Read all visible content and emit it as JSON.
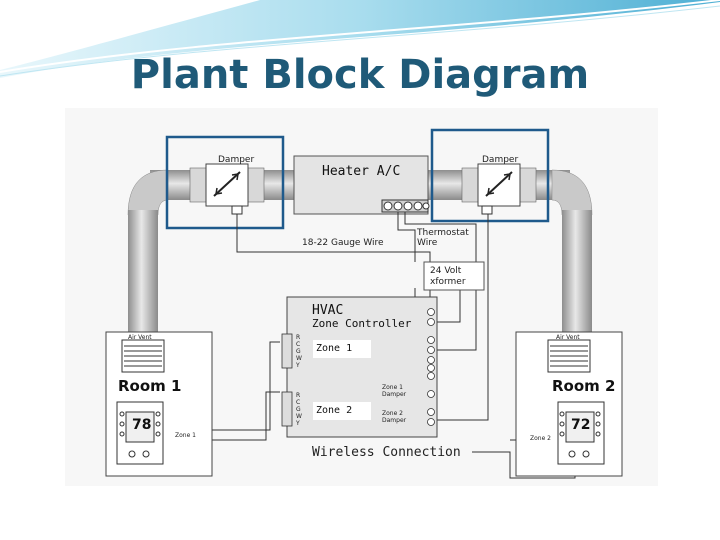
{
  "slide": {
    "title": "Plant Block Diagram"
  },
  "diagram": {
    "damper_left": "Damper",
    "damper_right": "Damper",
    "heater": "Heater A/C",
    "gauge_wire": "18-22 Gauge Wire",
    "thermostat_wire_1": "Thermostat",
    "thermostat_wire_2": "Wire",
    "transformer_1": "24 Volt",
    "transformer_2": "xformer",
    "hvac": "HVAC",
    "zone_controller": "Zone Controller",
    "zone1_terminal": "Zone 1",
    "zone2_terminal": "Zone 2",
    "zone1_damper_1": "Zone 1",
    "zone1_damper_2": "Damper",
    "zone2_damper_1": "Zone 2",
    "zone2_damper_2": "Damper",
    "terminal_letters": [
      "R",
      "C",
      "G",
      "W",
      "Y"
    ],
    "wireless": "Wireless Connection",
    "room1": {
      "name": "Room 1",
      "vent": "Air Vent",
      "temp": "78",
      "zone_label": "Zone 1"
    },
    "room2": {
      "name": "Room 2",
      "vent": "Air Vent",
      "temp": "72",
      "zone_label": "Zone 2"
    }
  },
  "colors": {
    "title": "#1f5a78",
    "highlight_box": "#1f5a8c",
    "duct": "#b8b8b8"
  }
}
